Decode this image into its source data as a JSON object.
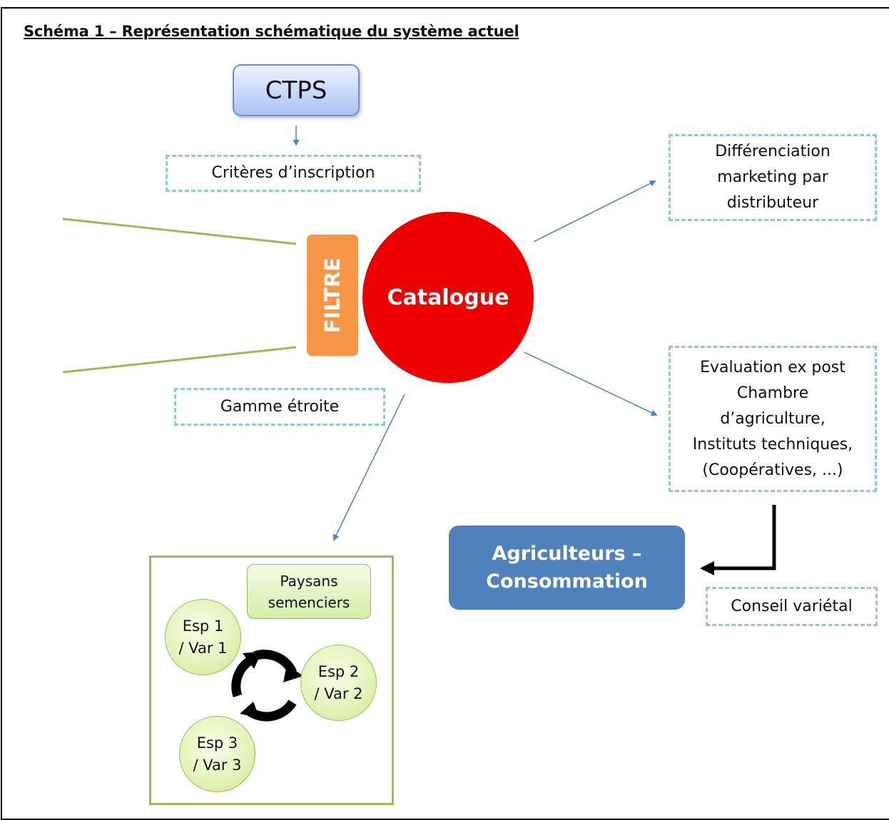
{
  "title": "Schéma 1 – Représentation schématique du système actuel",
  "nodes": {
    "ctps": "CTPS",
    "criteres": "Critères d’inscription",
    "filtre": "FILTRE",
    "catalogue": "Catalogue",
    "gamme": "Gamme étroite",
    "differenciation": [
      "Différenciation",
      "marketing par",
      "distributeur"
    ],
    "evaluation": [
      "Evaluation ex post",
      "Chambre",
      "d’agriculture,",
      "Instituts techniques,",
      "(Coopératives, ...)"
    ],
    "agriculteurs": [
      "Agriculteurs –",
      "Consommation"
    ],
    "conseil": "Conseil variétal",
    "paysans": [
      "Paysans",
      "semenciers"
    ],
    "esp1": [
      "Esp 1",
      "/ Var 1"
    ],
    "esp2": [
      "Esp 2",
      "/ Var 2"
    ],
    "esp3": [
      "Esp 3",
      "/ Var 3"
    ]
  },
  "colors": {
    "catalogue": "#ee0000",
    "filtre": "#f79646",
    "agriculteurs": "#4f81bd",
    "dashed_border": "#8fc9d6",
    "green_lines": "#9bbb59",
    "arrows": "#4f81bd"
  }
}
